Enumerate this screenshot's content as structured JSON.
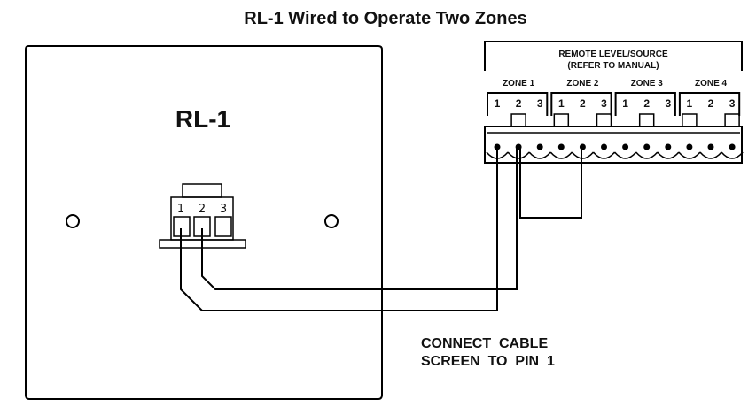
{
  "title": "RL-1 Wired to Operate Two Zones",
  "device": {
    "label": "RL-1",
    "connector_pins": [
      "1",
      "2",
      "3"
    ]
  },
  "terminal_block": {
    "header_line1": "REMOTE LEVEL/SOURCE",
    "header_line2": "(REFER TO MANUAL)",
    "zones": [
      {
        "label": "ZONE 1",
        "pins": [
          "1",
          "2",
          "3"
        ]
      },
      {
        "label": "ZONE 2",
        "pins": [
          "1",
          "2",
          "3"
        ]
      },
      {
        "label": "ZONE 3",
        "pins": [
          "1",
          "2",
          "3"
        ]
      },
      {
        "label": "ZONE 4",
        "pins": [
          "1",
          "2",
          "3"
        ]
      }
    ]
  },
  "connections": [
    {
      "from": "RL-1 pin 1",
      "to": "ZONE 1 pin 1"
    },
    {
      "from": "RL-1 pin 2",
      "to": "ZONE 1 pin 2"
    },
    {
      "from": "ZONE 1 pin 2",
      "to": "ZONE 2 pin 2"
    }
  ],
  "note": {
    "line1": "CONNECT  CABLE",
    "line2": "SCREEN  TO  PIN  1"
  }
}
